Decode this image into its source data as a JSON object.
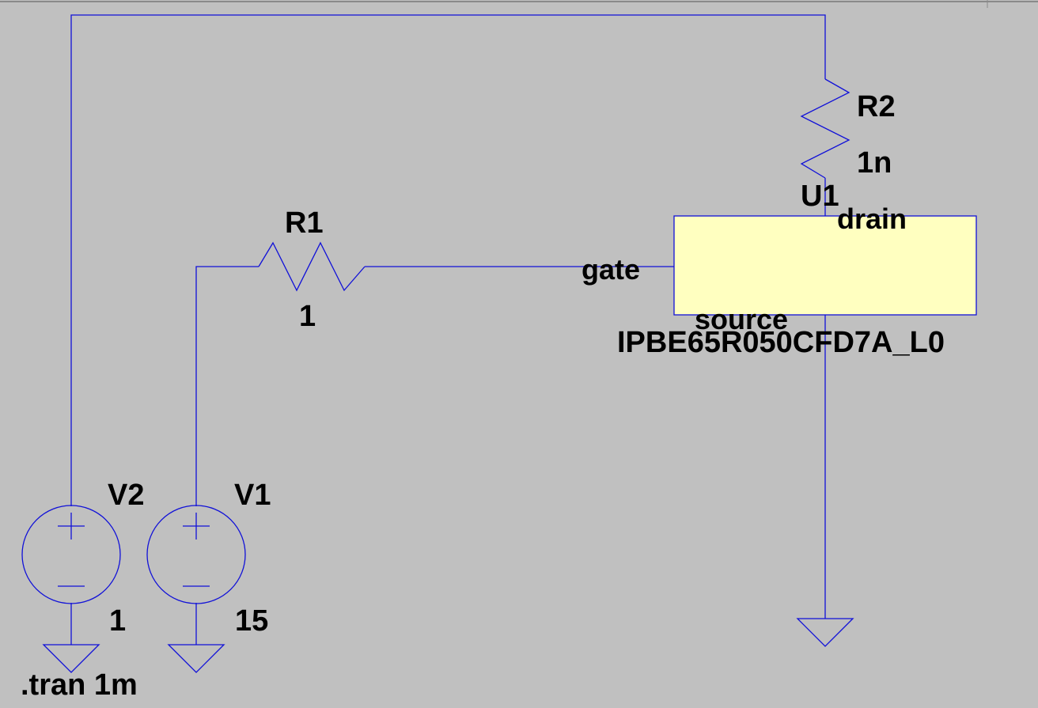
{
  "schematic": {
    "components": {
      "v2": {
        "ref": "V2",
        "value": "1"
      },
      "v1": {
        "ref": "V1",
        "value": "15"
      },
      "r1": {
        "ref": "R1",
        "value": "1"
      },
      "r2": {
        "ref": "R2",
        "value": "1n"
      },
      "u1": {
        "ref": "U1",
        "model": "IPBE65R050CFD7A_L0",
        "pins": {
          "drain": "drain",
          "gate": "gate",
          "source": "source"
        },
        "fill_color": "#ffffc0"
      }
    },
    "directive": ".tran 1m",
    "colors": {
      "wire": "#1010d8",
      "background": "#c0c0c0"
    }
  }
}
